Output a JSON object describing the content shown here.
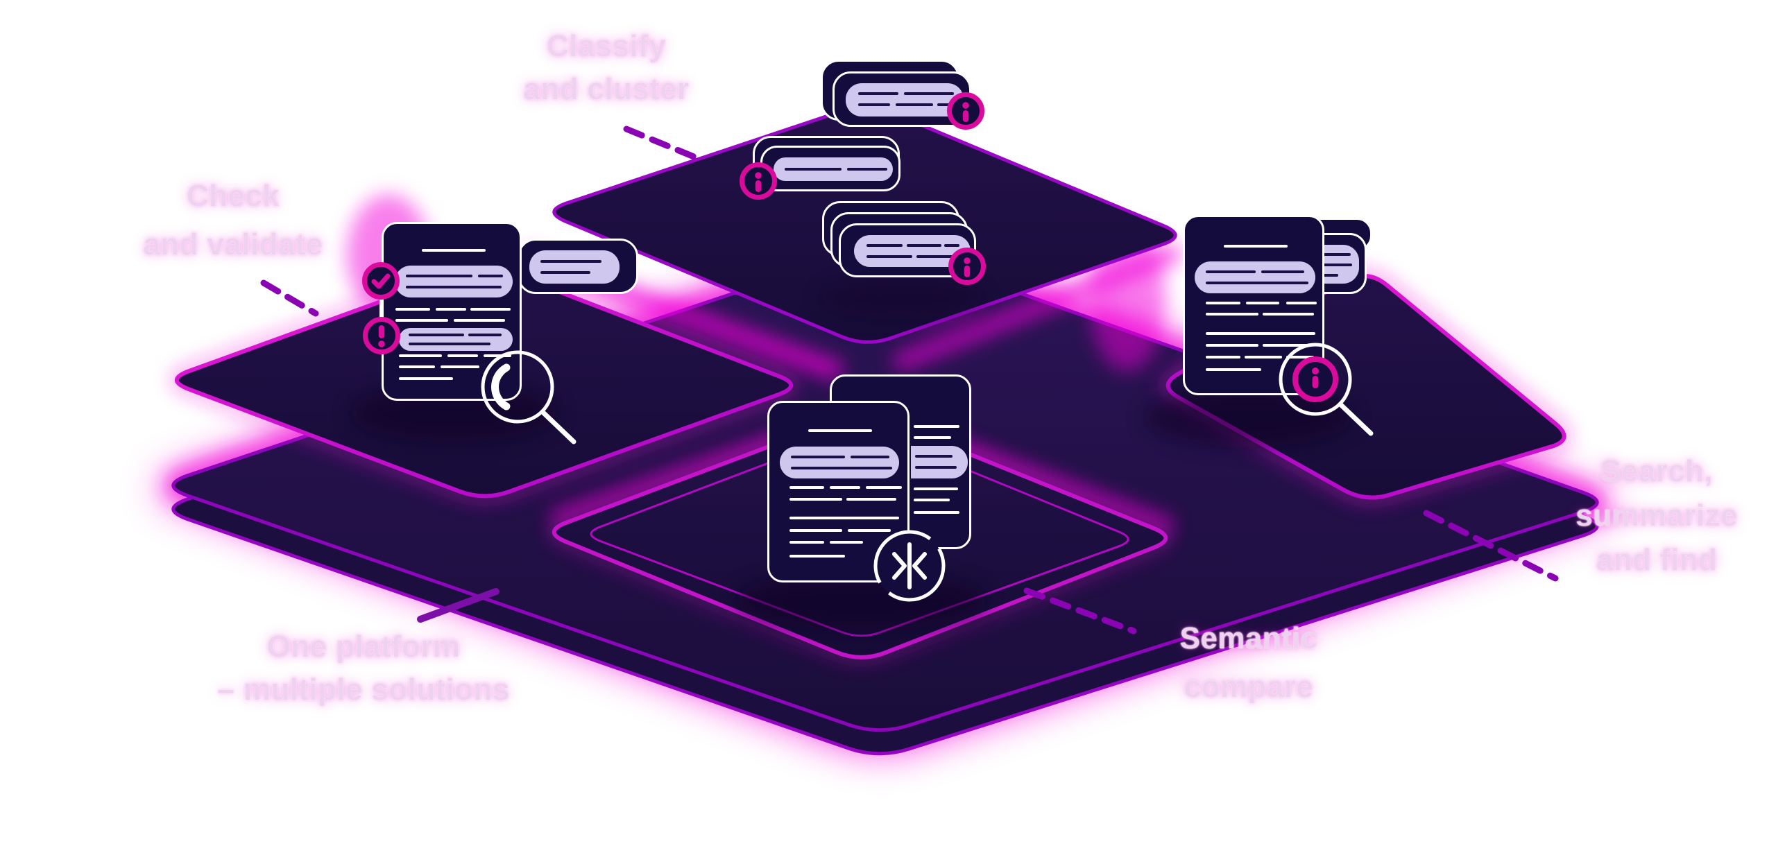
{
  "illustration": {
    "description": "Isometric platform diagram with document and message cards",
    "labels": {
      "classify": {
        "lines": [
          "Classify",
          "and cluster"
        ]
      },
      "check": {
        "lines": [
          "Check",
          "and validate"
        ]
      },
      "search": {
        "lines": [
          "Search,",
          "summarize",
          "and find"
        ]
      },
      "one_platform": {
        "lines": [
          "One platform",
          "– multiple solutions"
        ]
      },
      "semantic": {
        "lines": [
          "Semantic",
          "compare"
        ]
      }
    },
    "icons": {
      "info_badge": "info-icon",
      "check_badge": "check-icon",
      "warning_badge": "exclamation-icon",
      "magnifier": "magnifying-glass-icon",
      "info_magnifier": "magnifying-glass-info-icon",
      "compare": "compare-arrows-icon"
    },
    "colors": {
      "background": "#ffffff",
      "platform_fill": "#1d1044",
      "card_navy": "#150c3e",
      "lavender": "#cfc7ed",
      "badge_pink": "#da0b9c",
      "magenta_glow": "#f104d6",
      "magenta_stroke": "#ca16cd",
      "purple_stroke": "#8e06bc",
      "dash_purple": "#8a04b4",
      "label_pink": "#eed2f0"
    }
  }
}
